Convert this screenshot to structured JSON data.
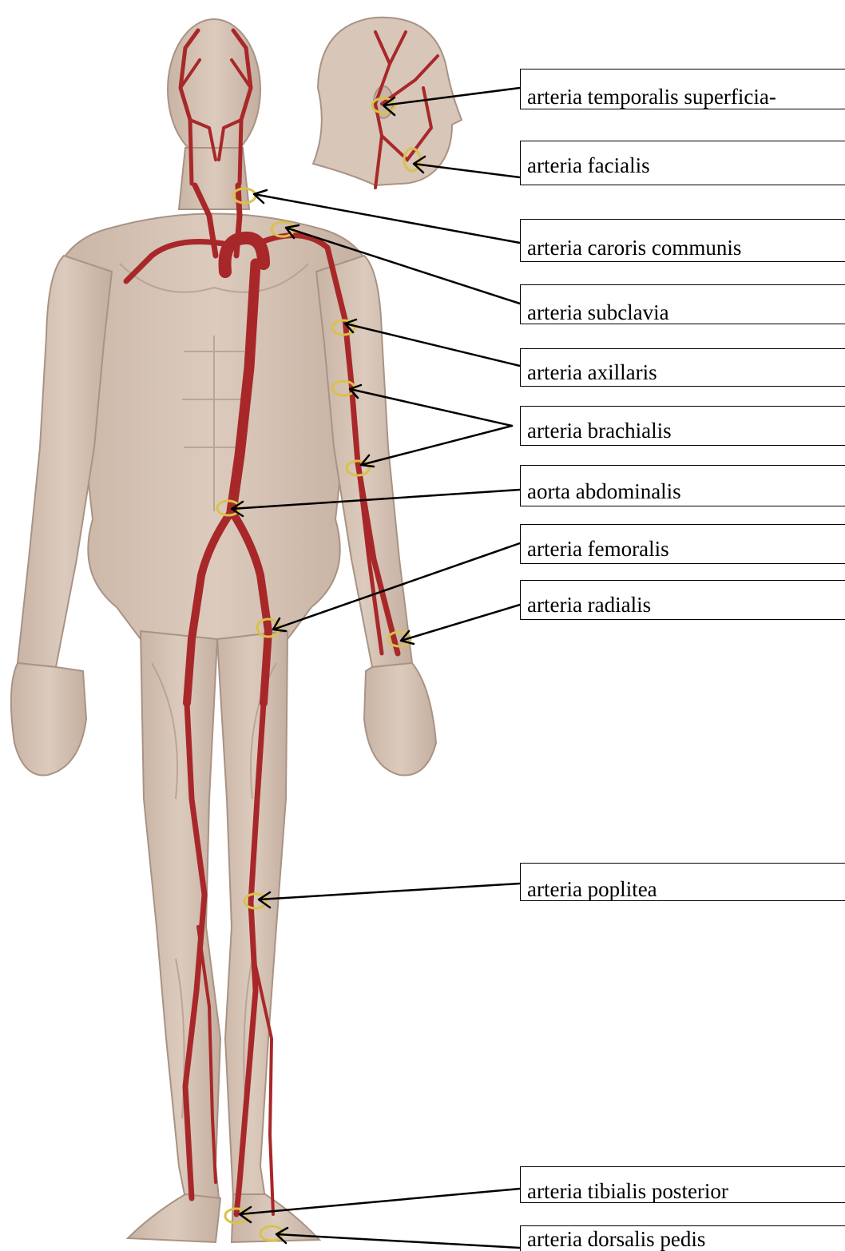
{
  "labels": [
    "arteria temporalis superficia-",
    "arteria facialis",
    "arteria caroris communis",
    "arteria subclavia",
    "arteria axillaris",
    "arteria brachialis",
    "aorta abdominalis",
    "arteria femoralis",
    "arteria radialis",
    "arteria poplitea",
    "arteria tibialis posterior",
    "arteria dorsalis pedis"
  ],
  "colors": {
    "skin": "#d8c6b8",
    "skin_shade": "#b9a293",
    "artery": "#a8282a",
    "pulse_ring": "#d9c24a",
    "line": "#000000"
  }
}
